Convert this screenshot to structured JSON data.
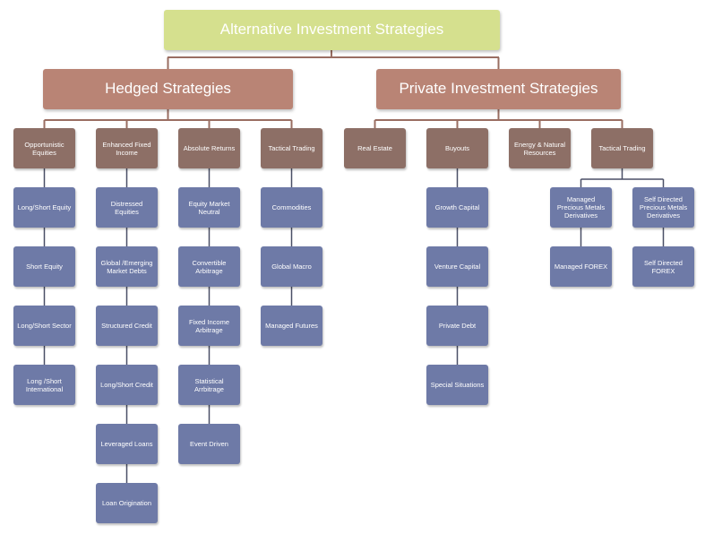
{
  "diagram": {
    "root": "Alternative Investment Strategies",
    "categories": [
      {
        "label": "Hedged Strategies",
        "groups": [
          {
            "label": "Opportunistic Equities",
            "items": [
              "Long/Short Equity",
              "Short Equity",
              "Long/Short Sector",
              "Long /Short International"
            ]
          },
          {
            "label": "Enhanced Fixed Income",
            "items": [
              "Distressed Equities",
              "Global /Emerging Market Debts",
              "Structured Credit",
              "Long/Short Credit",
              "Leveraged Loans",
              "Loan Origination"
            ]
          },
          {
            "label": "Absolute Returns",
            "items": [
              "Equity Market Neutral",
              "Convertible Arbitrage",
              "Fixed Income Arbitrage",
              "Statistical Arrbitrage",
              "Event Driven"
            ]
          },
          {
            "label": "Tactical Trading",
            "items": [
              "Commodities",
              "Global Macro",
              "Managed Futures"
            ]
          }
        ]
      },
      {
        "label": "Private Investment Strategies",
        "groups": [
          {
            "label": "Real Estate",
            "items": []
          },
          {
            "label": "Buyouts",
            "items": [
              "Growth Capital",
              "Venture Capital",
              "Private Debt",
              "Special Situations"
            ]
          },
          {
            "label": "Energy & Natural Resources",
            "items": []
          },
          {
            "label": "Tactical Trading",
            "items": []
          }
        ],
        "extra_columns": [
          {
            "items": [
              "Managed Precious Metals Derivatives",
              "Managed FOREX"
            ]
          },
          {
            "items": [
              "Self Directed Precious Metals Derivatives",
              "Self Directed FOREX"
            ]
          }
        ]
      }
    ]
  }
}
